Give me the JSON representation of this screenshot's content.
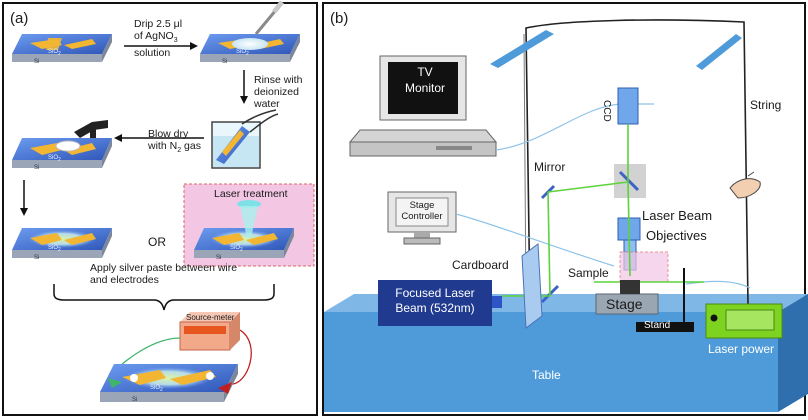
{
  "panel_a": {
    "tag": "(a)",
    "step_drip": [
      "Drip 2.5 μl",
      "of AgNO",
      "solution"
    ],
    "step_drip_sub": "3",
    "step_rinse": [
      "Rinse with",
      "deionized water"
    ],
    "step_blow": [
      "Blow dry",
      "with N",
      "gas"
    ],
    "step_blow_sub": "2",
    "laser_treatment": "Laser treatment",
    "or_label": "OR",
    "apply_paste": [
      "Apply silver paste between wire",
      "and electrodes"
    ],
    "source_meter": "Source-meter",
    "substrate_top": "SiO",
    "substrate_top_sub": "2",
    "substrate_bottom": "Si"
  },
  "panel_b": {
    "tag": "(b)",
    "tv_monitor": [
      "TV",
      "Monitor"
    ],
    "stage_controller": [
      "Stage",
      "Controller"
    ],
    "ccd": "CCD",
    "string": "String",
    "mirror": "Mirror",
    "laser_beam": "Laser Beam",
    "objectives": "Objectives",
    "cardboard": "Cardboard",
    "sample": "Sample",
    "focused_laser": [
      "Focused Laser",
      "Beam (532nm)"
    ],
    "stage": "Stage",
    "stand": "Stand",
    "laser_power": "Laser power",
    "table": "Table"
  },
  "colors": {
    "laser": "#5bd33a",
    "table": "#4f9bd9",
    "laser_source": "#1f3a8f",
    "power_meter": "#7ed321",
    "laser_treatment_box": "#f3c6e4",
    "substrate_blue": "#3f6fcf",
    "electrode": "#f2b632"
  }
}
